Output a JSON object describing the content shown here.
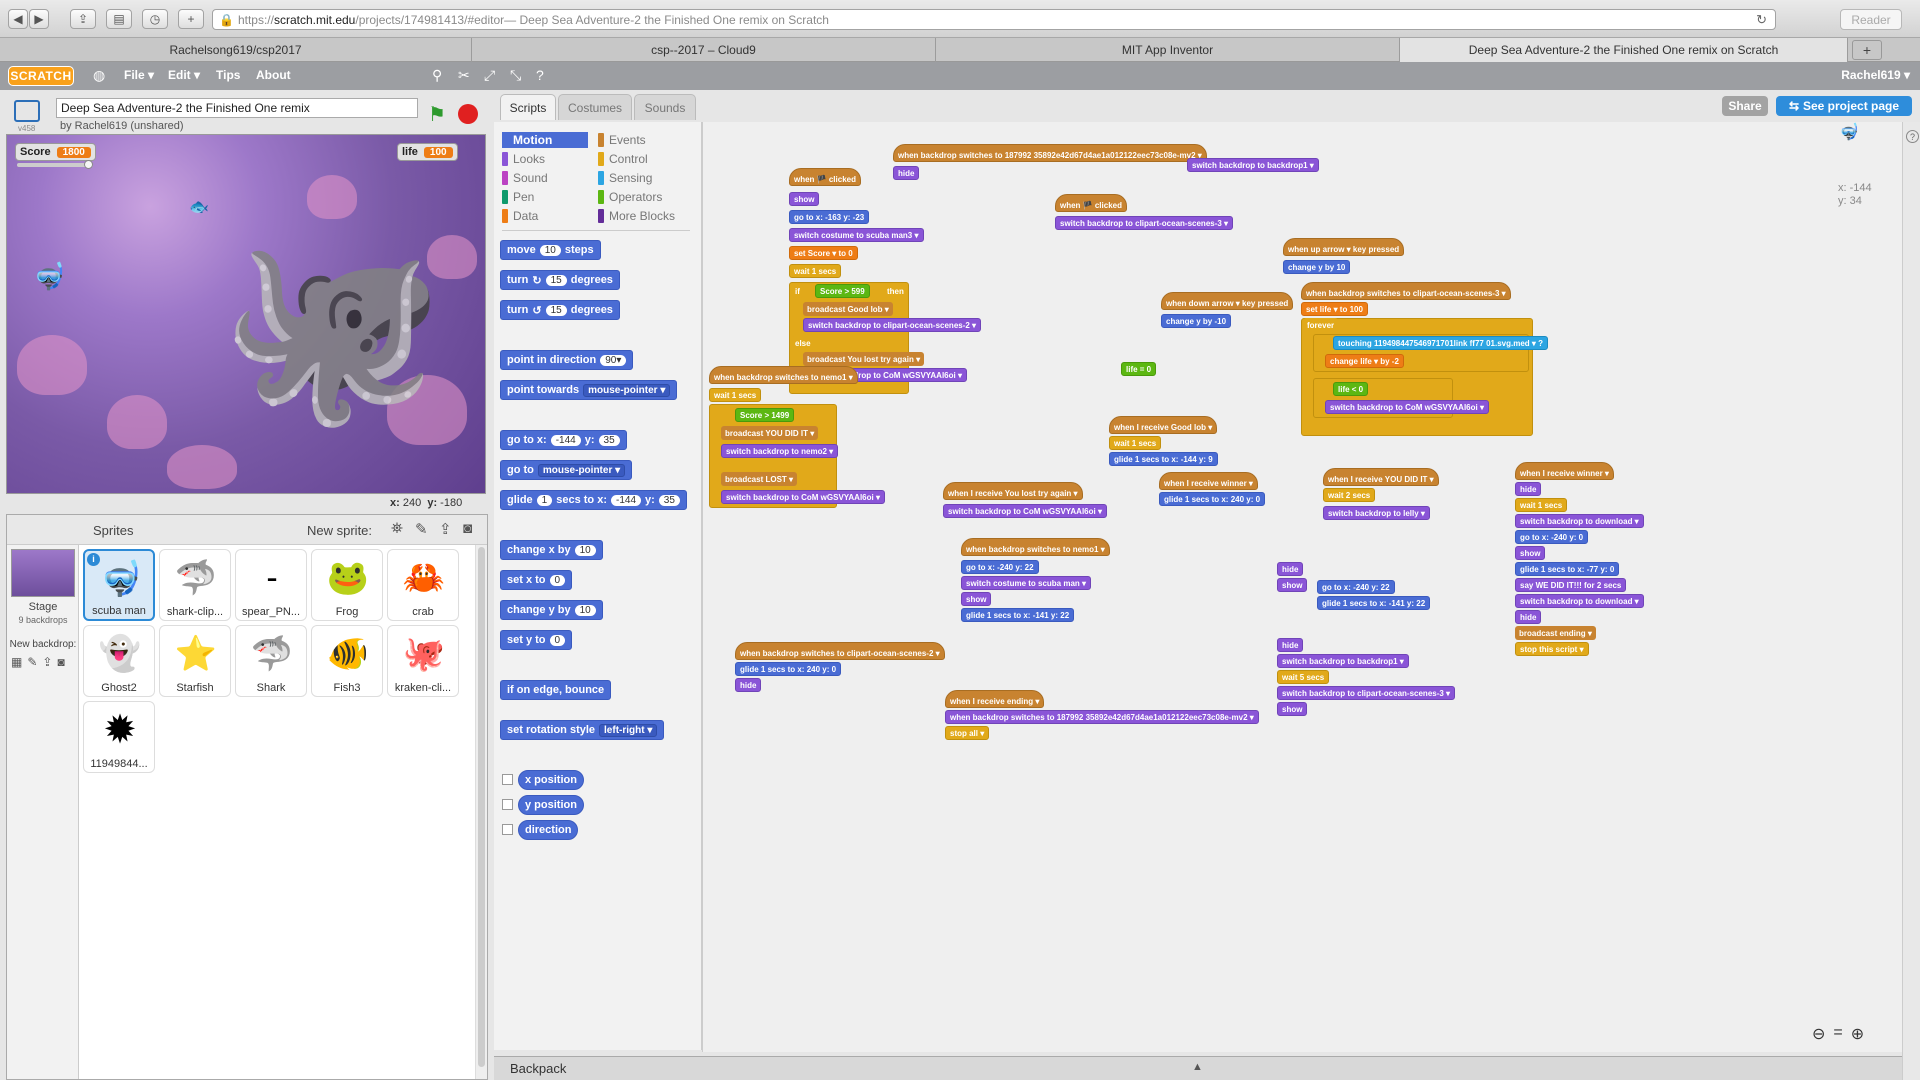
{
  "browser": {
    "url_scheme": "https",
    "url_host": "scratch.mit.edu",
    "url_path": "/projects/174981413/#editor",
    "url_title_suffix": " — Deep Sea Adventure-2 the Finished One remix on Scratch",
    "reader": "Reader",
    "tabs": [
      "Rachelsong619/csp2017",
      "csp--2017 – Cloud9",
      "MIT App Inventor",
      "Deep Sea Adventure-2 the Finished One remix on Scratch"
    ],
    "plus": "+"
  },
  "menu": {
    "logo": "SCRATCH",
    "items": [
      "File ▾",
      "Edit ▾",
      "Tips",
      "About"
    ],
    "user": "Rachel619 ▾"
  },
  "project": {
    "title": "Deep Sea Adventure-2 the Finished One remix",
    "author": "by Rachel619 (unshared)",
    "version": "v458"
  },
  "stage": {
    "monitors": [
      {
        "label": "Score",
        "value": "1800"
      },
      {
        "label": "life",
        "value": "100"
      }
    ],
    "x_label": "x:",
    "x_value": "240",
    "y_label": "y:",
    "y_value": "-180"
  },
  "sprites_pane": {
    "title": "Sprites",
    "new_sprite": "New sprite:",
    "stage_label": "Stage",
    "stage_backdrops": "9 backdrops",
    "new_backdrop": "New backdrop:",
    "sprites": [
      {
        "name": "scuba man",
        "art": "🤿"
      },
      {
        "name": "shark-clip...",
        "art": "🦈"
      },
      {
        "name": "spear_PN...",
        "art": "-"
      },
      {
        "name": "Frog",
        "art": "🐸"
      },
      {
        "name": "crab",
        "art": "🦀"
      },
      {
        "name": "Ghost2",
        "art": "👻"
      },
      {
        "name": "Starfish",
        "art": "⭐"
      },
      {
        "name": "Shark",
        "art": "🦈"
      },
      {
        "name": "Fish3",
        "art": "🐠"
      },
      {
        "name": "kraken-cli...",
        "art": "🐙"
      },
      {
        "name": "11949844...",
        "art": "✹"
      }
    ]
  },
  "tabs": [
    "Scripts",
    "Costumes",
    "Sounds"
  ],
  "categories": [
    {
      "label": "Motion",
      "color": "#4a6cd4"
    },
    {
      "label": "Looks",
      "color": "#8a55d7"
    },
    {
      "label": "Sound",
      "color": "#bb42c3"
    },
    {
      "label": "Pen",
      "color": "#0e9a6c"
    },
    {
      "label": "Data",
      "color": "#ee7d16"
    },
    {
      "label": "Events",
      "color": "#c88330"
    },
    {
      "label": "Control",
      "color": "#e1a91a"
    },
    {
      "label": "Sensing",
      "color": "#2ca5e2"
    },
    {
      "label": "Operators",
      "color": "#5cb712"
    },
    {
      "label": "More Blocks",
      "color": "#632d99"
    }
  ],
  "palette": {
    "move": "move",
    "move_val": "10",
    "steps": "steps",
    "turn": "turn",
    "turn_val": "15",
    "degrees": "degrees",
    "point_dir": "point in direction",
    "point_dir_val": "90▾",
    "point_towards": "point towards",
    "point_towards_val": "mouse-pointer ▾",
    "goto_xy": "go to x:",
    "goto_x": "-144",
    "goto_y_lbl": "y:",
    "goto_y": "35",
    "goto": "go to",
    "goto_val": "mouse-pointer ▾",
    "glide": "glide",
    "glide_secs": "1",
    "glide_mid": "secs to x:",
    "glide_x": "-144",
    "glide_y_lbl": "y:",
    "glide_y": "35",
    "change_x": "change x by",
    "change_x_val": "10",
    "set_x": "set x to",
    "set_x_val": "0",
    "change_y": "change y by",
    "change_y_val": "10",
    "set_y": "set y to",
    "set_y_val": "0",
    "bounce": "if on edge, bounce",
    "rot_style": "set rotation style",
    "rot_style_val": "left-right ▾",
    "x_pos": "x position",
    "y_pos": "y position",
    "direction": "direction"
  },
  "buttons": {
    "share": "Share",
    "see_project": "See project page"
  },
  "sprite_info": {
    "x": "x: -144",
    "y": "y: 34"
  },
  "backpack": "Backpack",
  "scripts": [
    "when backdrop switches to 187992 35892e42d67d4ae1a012122eec73c08e-mv2 ▾",
    "hide",
    "switch backdrop to backdrop1 ▾",
    "when 🏴 clicked",
    "show",
    "go to x: -163 y: -23",
    "switch costume to scuba man3 ▾",
    "set Score ▾ to 0",
    "wait 1 secs",
    "if",
    "Score > 599",
    "then",
    "broadcast Good lob ▾",
    "switch backdrop to clipart-ocean-scenes-2 ▾",
    "else",
    "broadcast You lost try again ▾",
    "switch backdrop to CoM wGSVYAAl6oi ▾",
    "when 🏴 clicked",
    "switch backdrop to clipart-ocean-scenes-3 ▾",
    "when up arrow ▾ key pressed",
    "change y by 10",
    "when down arrow ▾ key pressed",
    "change y by -10",
    "when backdrop switches to clipart-ocean-scenes-3 ▾",
    "set life ▾ to 100",
    "forever",
    "touching 119498447546971701link ff77 01.svg.med ▾ ?",
    "change life ▾ by -2",
    "life < 0",
    "switch backdrop to CoM wGSVYAAl6oi ▾",
    "life = 0",
    "when backdrop switches to nemo1 ▾",
    "wait 1 secs",
    "Score > 1499",
    "broadcast YOU DID IT ▾",
    "switch backdrop to nemo2 ▾",
    "broadcast LOST ▾",
    "when I receive Good lob ▾",
    "wait 1 secs",
    "glide 1 secs to x: -144 y: 9",
    "when I receive You lost try again ▾",
    "switch backdrop to CoM wGSVYAAl6oi ▾",
    "when I receive winner ▾",
    "glide 1 secs to x: 240 y: 0",
    "when I receive YOU DID IT ▾",
    "wait 2 secs",
    "switch backdrop to lelly ▾",
    "when backdrop switches to nemo1 ▾",
    "go to x: -240 y: 22",
    "switch costume to scuba man ▾",
    "glide 1 secs to x: -141 y: 22",
    "go to x: -240 y: 22",
    "glide 1 secs to x: -141 y: 22",
    "wait 1 secs",
    "switch backdrop to download ▾",
    "go to x: -240 y: 0",
    "glide 1 secs to x: -77 y: 0",
    "say WE DID IT!!! for 2 secs",
    "broadcast ending ▾",
    "stop this script ▾",
    "when backdrop switches to clipart-ocean-scenes-2 ▾",
    "glide 1 secs to x: 240 y: 0",
    "switch backdrop to backdrop1 ▾",
    "wait 5 secs",
    "when I receive ending ▾",
    "stop all ▾"
  ]
}
